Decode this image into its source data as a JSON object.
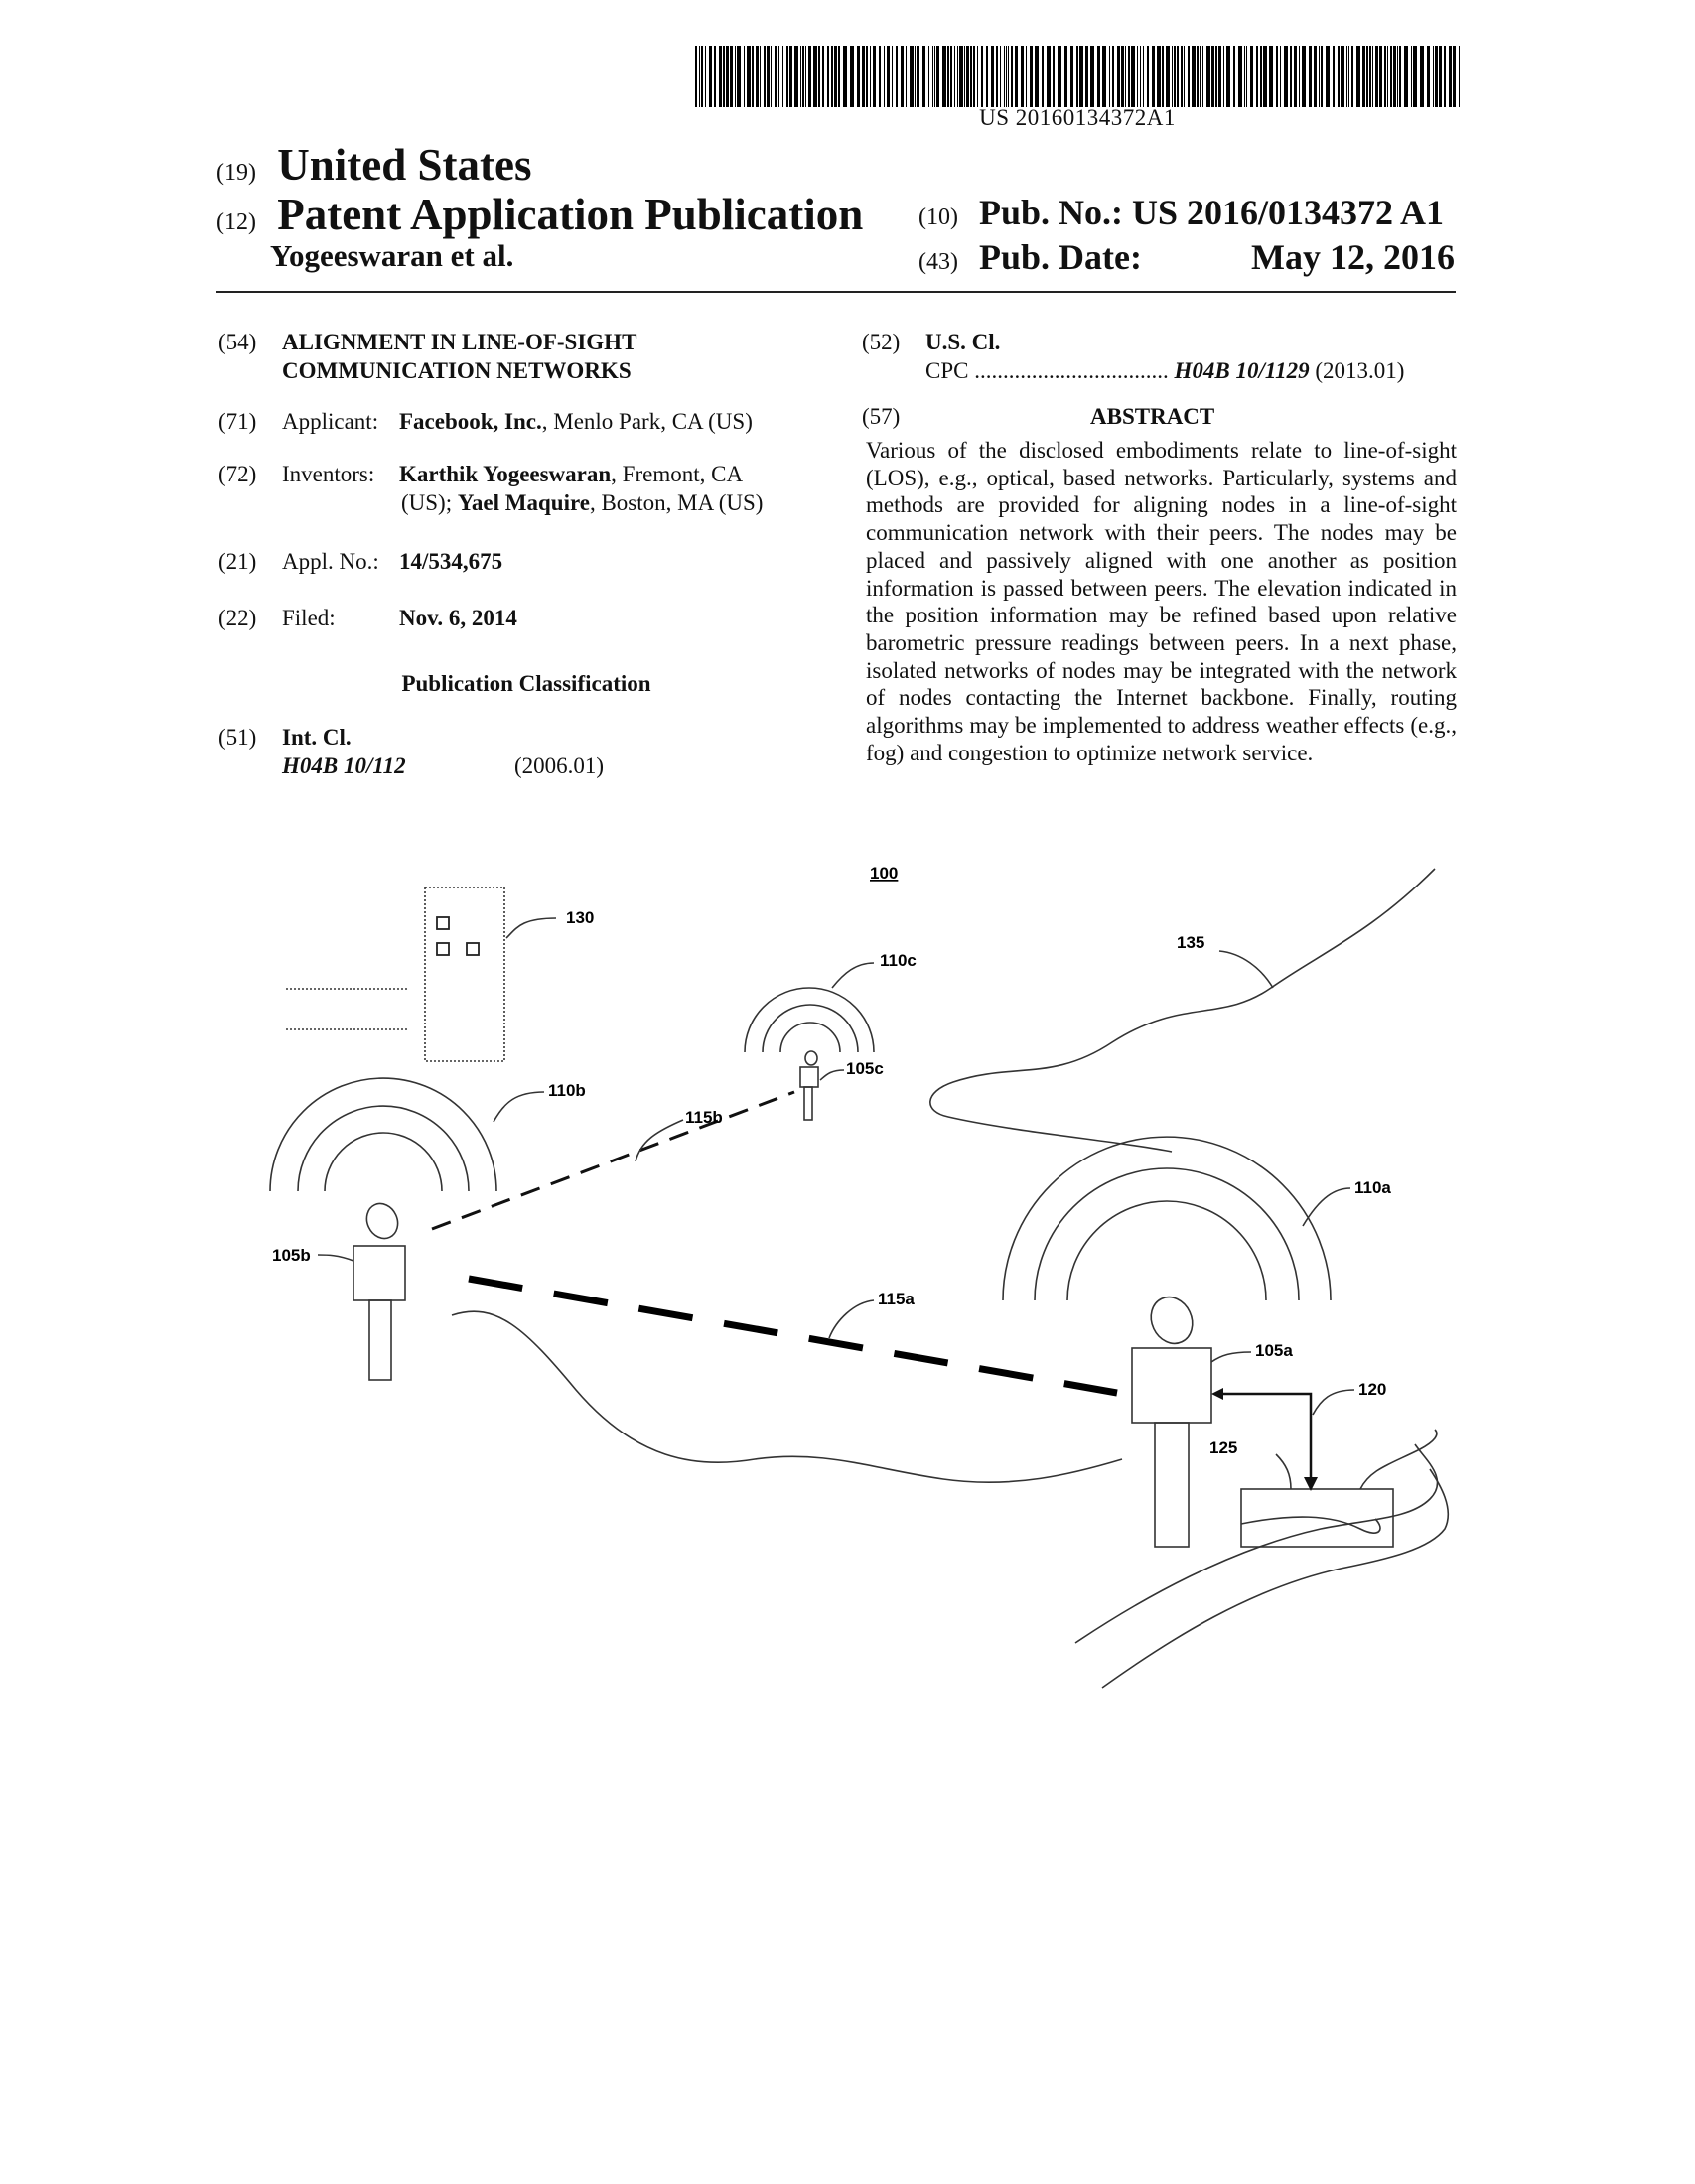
{
  "header": {
    "barcode_text": "US 20160134372A1",
    "country_code": "(19)",
    "country": "United States",
    "doc_type_code": "(12)",
    "doc_type": "Patent Application Publication",
    "authors": "Yogeeswaran et al.",
    "pub_no_code": "(10)",
    "pub_no_label": "Pub. No.:",
    "pub_no": "US 2016/0134372 A1",
    "pub_date_code": "(43)",
    "pub_date_label": "Pub. Date:",
    "pub_date": "May 12, 2016"
  },
  "left": {
    "title_code": "(54)",
    "title_line1": "ALIGNMENT IN LINE-OF-SIGHT",
    "title_line2": "COMMUNICATION NETWORKS",
    "applicant_code": "(71)",
    "applicant_label": "Applicant:",
    "applicant_name": "Facebook, Inc.",
    "applicant_loc": ", Menlo Park, CA (US)",
    "inventors_code": "(72)",
    "inventors_label": "Inventors:",
    "inventor1_name": "Karthik Yogeeswaran",
    "inventor1_loc": ", Fremont, CA",
    "inventor2_prefix": "(US); ",
    "inventor2_name": "Yael Maquire",
    "inventor2_loc": ", Boston, MA (US)",
    "appl_code": "(21)",
    "appl_label": "Appl. No.:",
    "appl_no": "14/534,675",
    "filed_code": "(22)",
    "filed_label": "Filed:",
    "filed_date": "Nov. 6, 2014",
    "pub_class_heading": "Publication Classification",
    "intcl_code": "(51)",
    "intcl_label": "Int. Cl.",
    "intcl_class": "H04B 10/112",
    "intcl_year": "(2006.01)"
  },
  "right": {
    "uscl_code": "(52)",
    "uscl_label": "U.S. Cl.",
    "cpc_label": "CPC",
    "cpc_dots": "..................................",
    "cpc_class": "H04B 10/1129",
    "cpc_year": " (2013.01)",
    "abstract_code": "(57)",
    "abstract_heading": "ABSTRACT",
    "abstract_text": "Various of the disclosed embodiments relate to line-of-sight (LOS), e.g., optical, based networks. Particularly, systems and methods are provided for aligning nodes in a line-of-sight communication network with their peers. The nodes may be placed and passively aligned with one another as position information is passed between peers. The elevation indicated in the position information may be refined based upon relative barometric pressure readings between peers. In a next phase, isolated networks of nodes may be integrated with the network of nodes contacting the Internet backbone. Finally, routing algorithms may be implemented to address weather effects (e.g., fog) and congestion to optimize network service."
  },
  "figure": {
    "fig_number": "100",
    "label_130": "130",
    "label_135": "135",
    "label_110c": "110c",
    "label_105c": "105c",
    "label_110b": "110b",
    "label_115b": "115b",
    "label_110a": "110a",
    "label_105b": "105b",
    "label_115a": "115a",
    "label_105a": "105a",
    "label_120": "120",
    "label_125": "125"
  }
}
